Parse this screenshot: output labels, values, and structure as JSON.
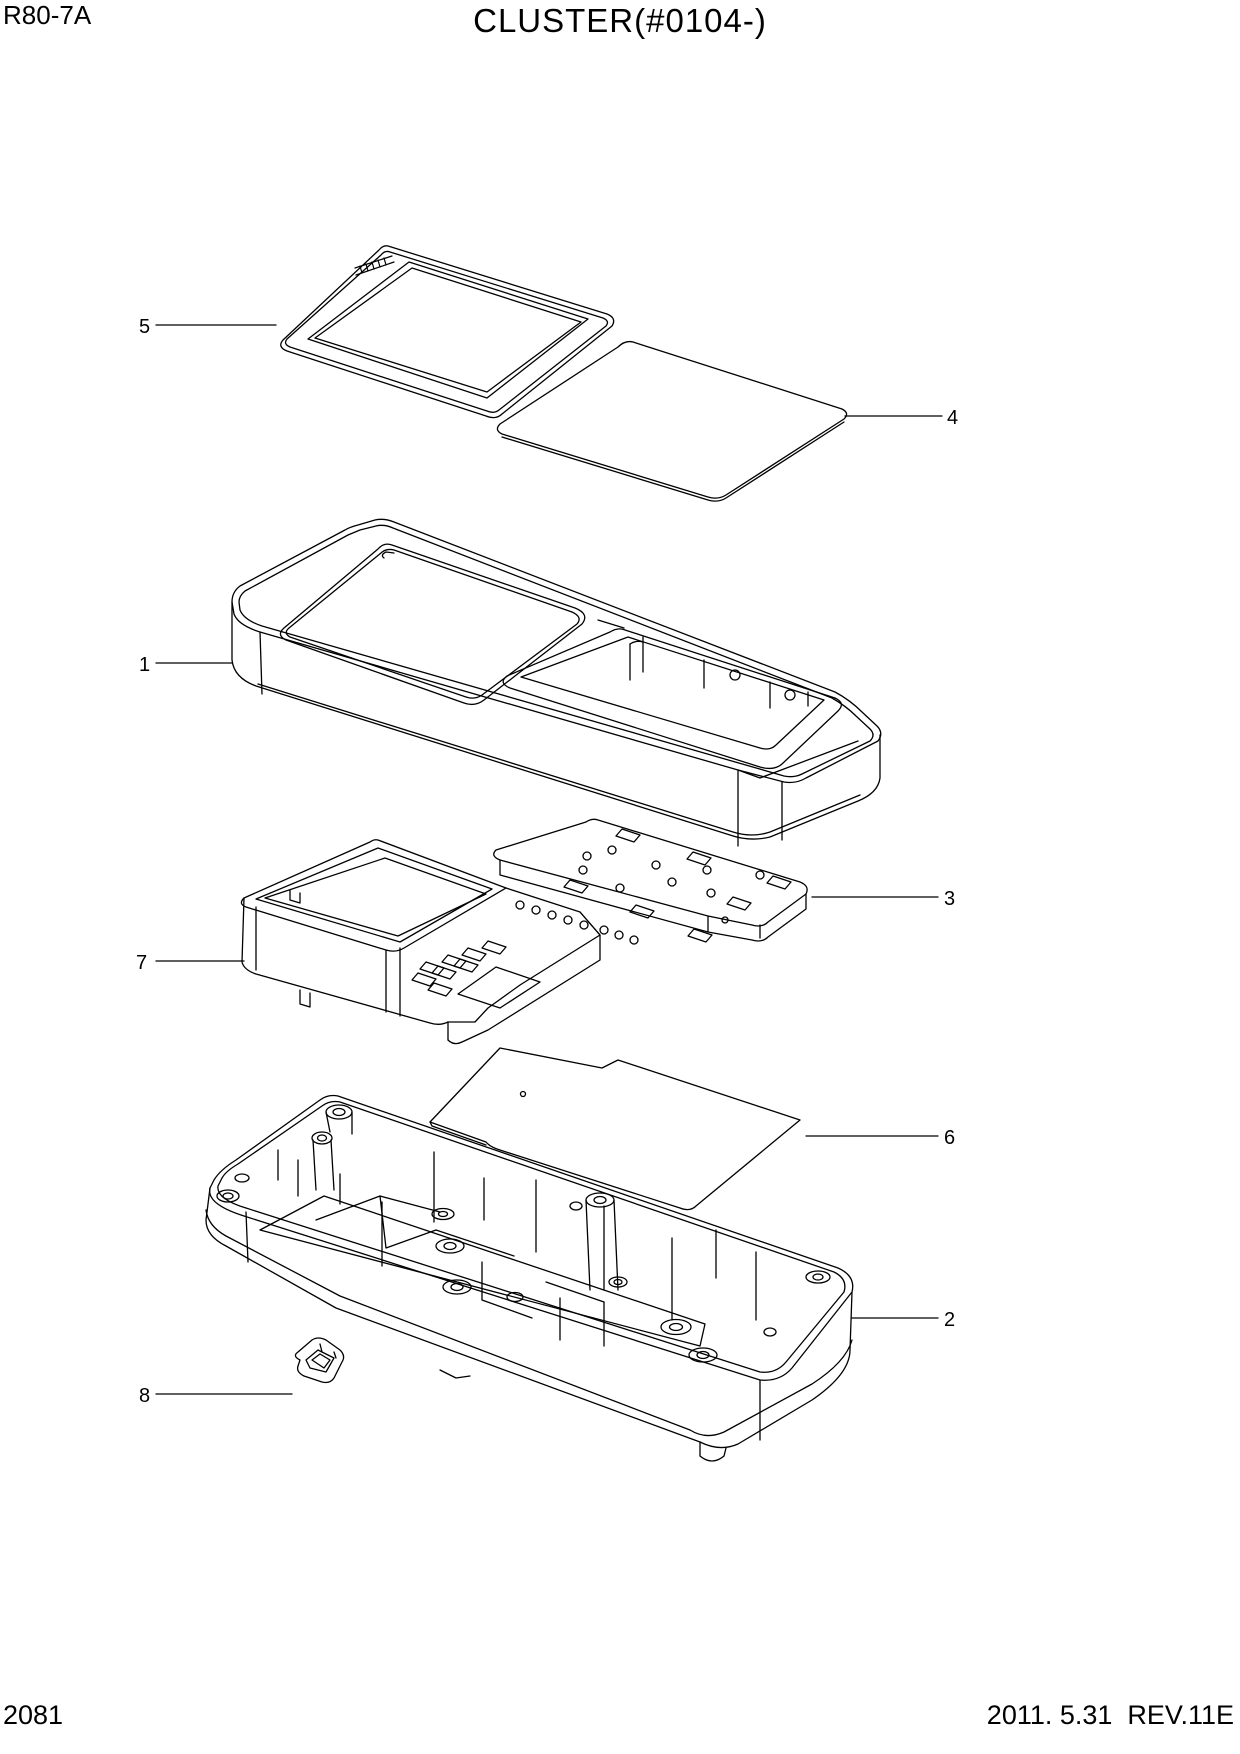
{
  "header": {
    "model": "R80-7A",
    "title": "CLUSTER(#0104-)"
  },
  "footer": {
    "page_number": "2081",
    "revision": "2011. 5.31  REV.11E"
  },
  "callouts": {
    "c1": "1",
    "c2": "2",
    "c3": "3",
    "c4": "4",
    "c5": "5",
    "c6": "6",
    "c7": "7",
    "c8": "8"
  },
  "colors": {
    "line": "#000000",
    "background": "#ffffff"
  }
}
